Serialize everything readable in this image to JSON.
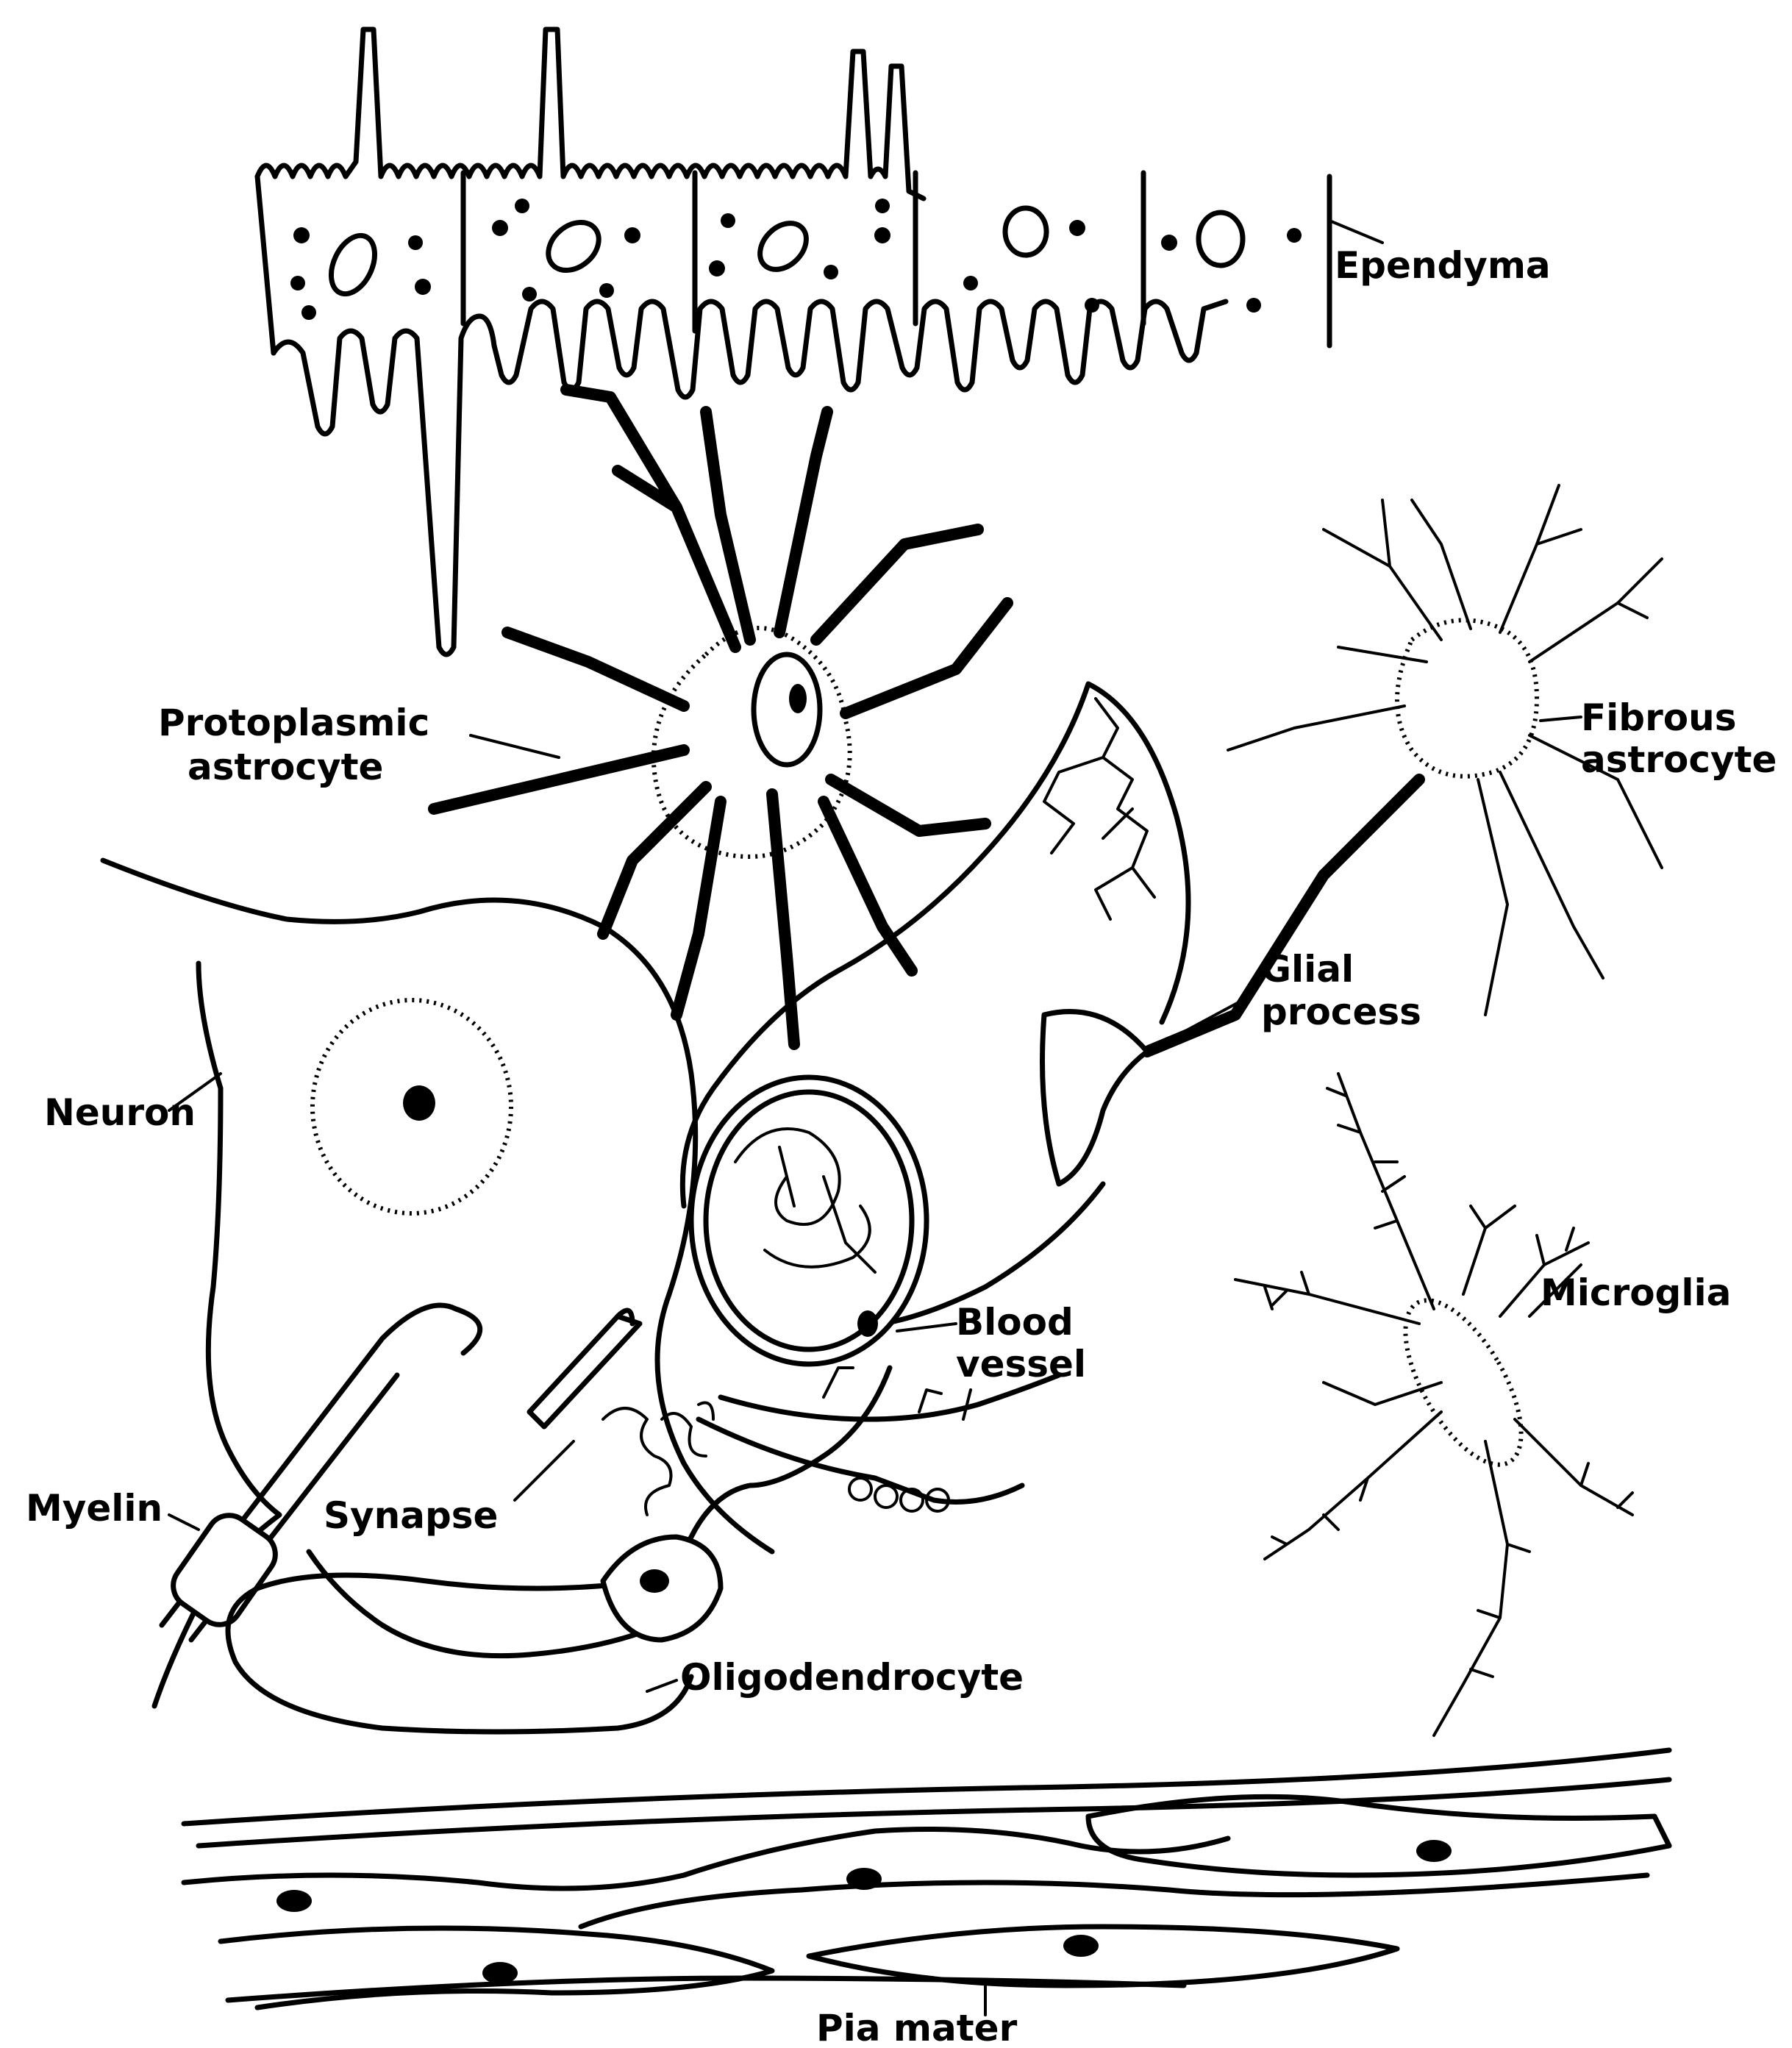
{
  "labels": {
    "ependyma": "Ependyma",
    "protoplasmic_line1": "Protoplasmic",
    "protoplasmic_line2": "astrocyte",
    "fibrous_line1": "Fibrous",
    "fibrous_line2": "astrocyte",
    "glial_line1": "Glial",
    "glial_line2": "process",
    "neuron": "Neuron",
    "microglia": "Microglia",
    "blood_line1": "Blood",
    "blood_line2": "vessel",
    "myelin": "Myelin",
    "synapse": "Synapse",
    "oligodendrocyte": "Oligodendrocyte",
    "pia_mater": "Pia mater"
  }
}
